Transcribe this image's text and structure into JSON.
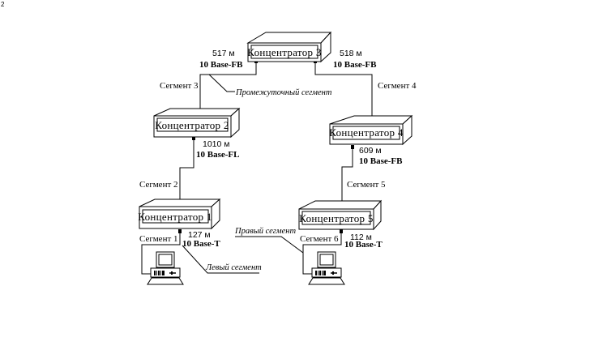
{
  "corner_mark": "2",
  "hubs": [
    {
      "id": "hub3",
      "label": "Концентратор 3"
    },
    {
      "id": "hub2",
      "label": "Концентратор 2"
    },
    {
      "id": "hub4",
      "label": "Концентратор 4"
    },
    {
      "id": "hub1",
      "label": "Концентратор 1"
    },
    {
      "id": "hub5",
      "label": "Концентратор 5"
    }
  ],
  "links": [
    {
      "id": "link-517",
      "distance": "517 м",
      "standard": "10 Base-FB"
    },
    {
      "id": "link-518",
      "distance": "518 м",
      "standard": "10 Base-FB"
    },
    {
      "id": "link-1010",
      "distance": "1010 м",
      "standard": "10 Base-FL"
    },
    {
      "id": "link-609",
      "distance": "609 м",
      "standard": "10 Base-FB"
    },
    {
      "id": "link-127",
      "distance": "127 м",
      "standard": "10 Base-T"
    },
    {
      "id": "link-112",
      "distance": "112 м",
      "standard": "10 Base-T"
    }
  ],
  "segments": [
    {
      "id": "seg3",
      "label": "Сегмент 3"
    },
    {
      "id": "seg4",
      "label": "Сегмент 4"
    },
    {
      "id": "seg2",
      "label": "Сегмент 2"
    },
    {
      "id": "seg5",
      "label": "Сегмент 5"
    },
    {
      "id": "seg1",
      "label": "Сегмент 1"
    },
    {
      "id": "seg6",
      "label": "Сегмент 6"
    }
  ],
  "annotations": {
    "intermediate": "Промежуточный сегмент",
    "left": "Левый сегмент",
    "right": "Правый сегмент"
  },
  "computers": [
    {
      "id": "pc-left",
      "icon": "computer-icon"
    },
    {
      "id": "pc-right",
      "icon": "computer-icon"
    }
  ]
}
